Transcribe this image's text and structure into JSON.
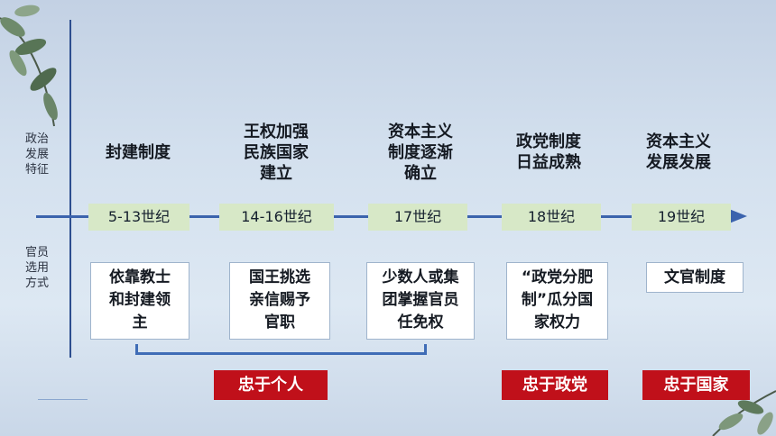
{
  "side_labels": {
    "political": "政治\n发展\n特征",
    "official": "官员\n选用\n方式"
  },
  "timeline": [
    {
      "feature": "封建制度",
      "period": "5-13世纪",
      "method": "依靠教士\n和封建领\n主"
    },
    {
      "feature": "王权加强\n民族国家\n建立",
      "period": "14-16世纪",
      "method": "国王挑选\n亲信赐予\n官职"
    },
    {
      "feature": "资本主义\n制度逐渐\n确立",
      "period": "17世纪",
      "method": "少数人或集\n团掌握官员\n任免权"
    },
    {
      "feature": "政党制度\n日益成熟",
      "period": "18世纪",
      "method": "“政党分肥\n制”瓜分国\n家权力"
    },
    {
      "feature": "资本主义\n发展发展",
      "period": "19世纪",
      "method": "文官制度"
    }
  ],
  "loyalty": {
    "personal": "忠于个人",
    "party": "忠于政党",
    "country": "忠于国家"
  },
  "colors": {
    "axis": "#3b63ad",
    "period_fill": "#d7e8c7",
    "badge_red": "#c0101a"
  }
}
